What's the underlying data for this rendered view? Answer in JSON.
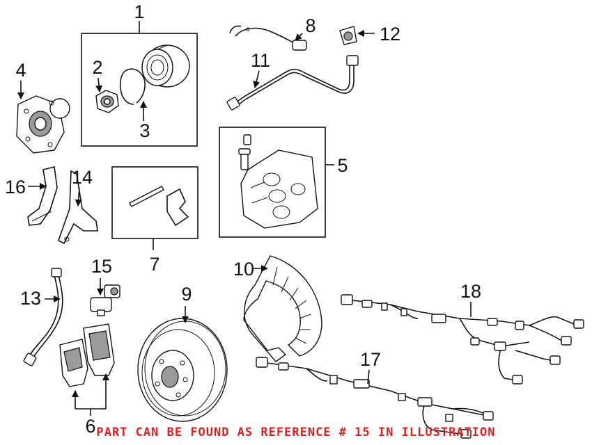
{
  "callouts": {
    "c1": "1",
    "c2": "2",
    "c3": "3",
    "c4": "4",
    "c5": "5",
    "c6": "6",
    "c7": "7",
    "c8": "8",
    "c9": "9",
    "c10": "10",
    "c11": "11",
    "c12": "12",
    "c13": "13",
    "c14": "14",
    "c15": "15",
    "c16": "16",
    "c17": "17",
    "c18": "18"
  },
  "footer": {
    "text": "PART CAN BE FOUND AS REFERENCE # 15 IN ILLUSTRATION",
    "color": "#e02020"
  }
}
